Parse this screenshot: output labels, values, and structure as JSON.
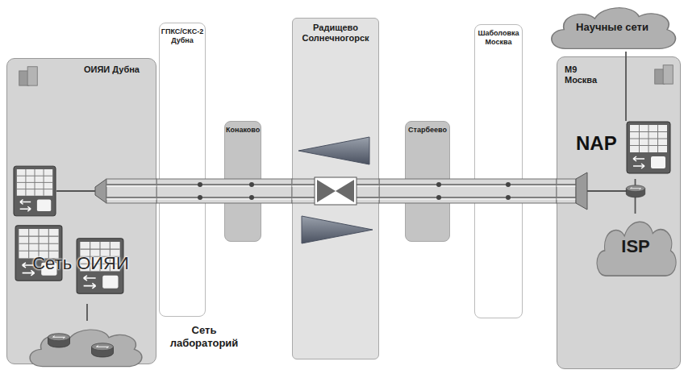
{
  "diagram": {
    "nodes": [
      {
        "text": [
          "ОИЯИ Дубна"
        ]
      },
      {
        "text": [
          "Сеть ОИЯИ"
        ],
        "in": 0
      },
      {
        "text": [
          "Сеть лабораторий"
        ]
      },
      {
        "text": [
          "ГПКС/СКС-2 Дубна"
        ]
      },
      {
        "text": [
          "Конаково"
        ]
      },
      {
        "text": [
          "Радищево Солнечногорск"
        ]
      },
      {
        "text": [
          "Старбеево"
        ]
      },
      {
        "text": [
          "Шаболовка Москва"
        ]
      },
      {
        "text": [
          "М9 Москва"
        ]
      },
      {
        "text": [
          "NAP"
        ],
        "in": 8
      },
      {
        "text": [
          "ISP"
        ],
        "in": 8
      },
      {
        "text": [
          "Научные сети"
        ]
      }
    ],
    "edges": [
      {
        "from": 0,
        "to": 5,
        "arrow": "none"
      },
      {
        "from": 5,
        "to": 8,
        "arrow": "none"
      },
      {
        "from": 1,
        "to": 2,
        "arrow": "none"
      },
      {
        "from": 9,
        "to": 10,
        "arrow": "none"
      },
      {
        "from": 11,
        "to": 9,
        "arrow": "none"
      }
    ]
  }
}
